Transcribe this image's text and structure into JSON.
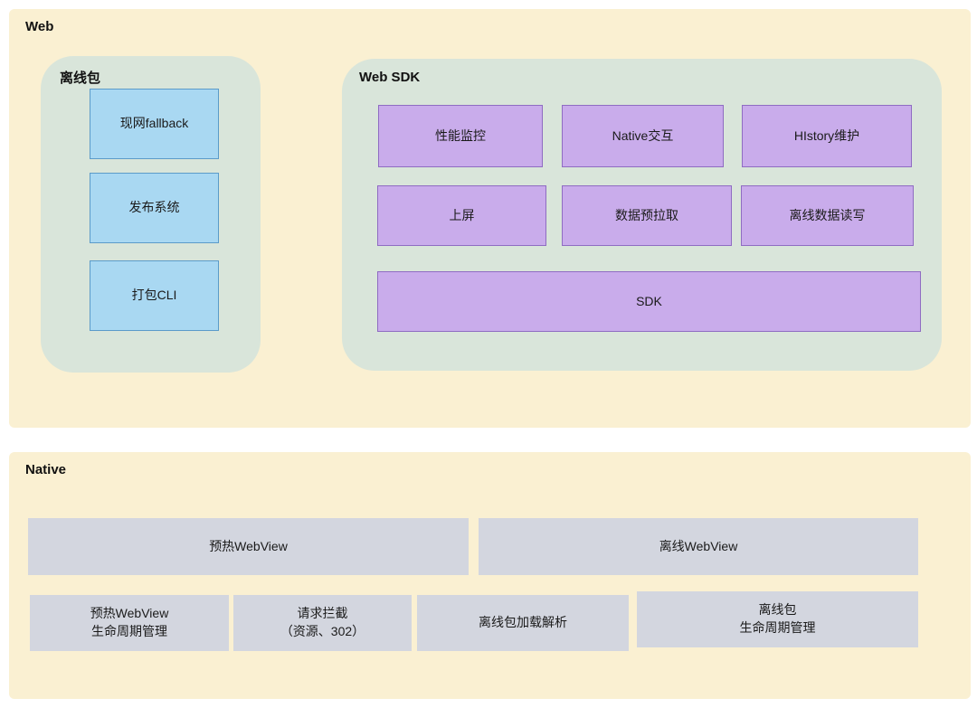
{
  "colors": {
    "page_bg": "#FFFFFF",
    "section_bg": "#FAF0D2",
    "group_bg": "#D9E5DA",
    "blue_fill": "#A9D8F2",
    "blue_border": "#5B9BC9",
    "purple_fill": "#C9ACEB",
    "purple_border": "#8F6CC2",
    "gray_fill": "#D3D6DF",
    "text": "#1A1A1A"
  },
  "web": {
    "label": "Web",
    "offline_package": {
      "label": "离线包",
      "items": [
        "现网fallback",
        "发布系统",
        "打包CLI"
      ]
    },
    "web_sdk": {
      "label": "Web SDK",
      "row1": [
        "性能监控",
        "Native交互",
        "HIstory维护"
      ],
      "row2": [
        "上屏",
        "数据预拉取",
        "离线数据读写"
      ],
      "sdk_label": "SDK"
    }
  },
  "native": {
    "label": "Native",
    "row1": [
      "预热WebView",
      "离线WebView"
    ],
    "row2": [
      {
        "lines": [
          "预热WebView",
          "生命周期管理"
        ]
      },
      {
        "lines": [
          "请求拦截",
          "（资源、302）"
        ]
      },
      {
        "lines": [
          "离线包加载解析"
        ]
      },
      {
        "lines": [
          "离线包",
          "生命周期管理"
        ]
      }
    ]
  }
}
